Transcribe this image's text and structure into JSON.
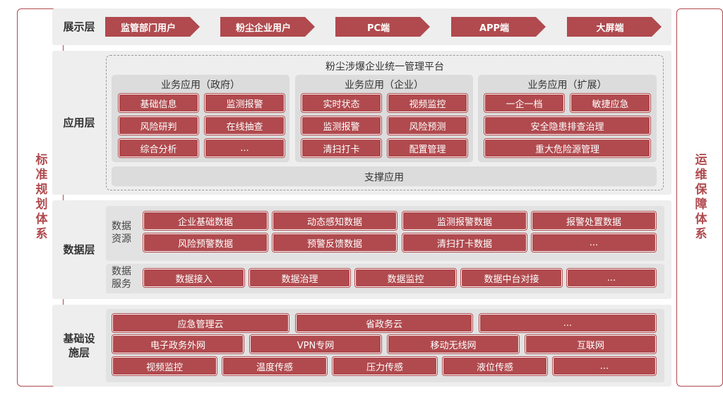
{
  "side_left": "标准规划体系",
  "side_right": "运维保障体系",
  "display_layer": {
    "label": "展示层",
    "items": [
      "监管部门用户",
      "粉尘企业用户",
      "PC端",
      "APP端",
      "大屏端"
    ]
  },
  "app_layer": {
    "label": "应用层",
    "platform_title": "粉尘涉爆企业统一管理平台",
    "gov": {
      "title": "业务应用（政府）",
      "items": [
        "基础信息",
        "监测报警",
        "风险研判",
        "在线抽查",
        "综合分析",
        "..."
      ]
    },
    "ent": {
      "title": "业务应用（企业）",
      "items": [
        "实时状态",
        "视频监控",
        "监测报警",
        "风险预测",
        "清扫打卡",
        "配置管理"
      ]
    },
    "ext": {
      "title": "业务应用（扩展）",
      "items": [
        "一企一档",
        "敏捷应急",
        "安全隐患排查治理",
        "重大危险源管理"
      ]
    },
    "support": "支撑应用"
  },
  "data_layer": {
    "label": "数据层",
    "resources_label": "数据资源",
    "resources": [
      "企业基础数据",
      "动态感知数据",
      "监测报警数据",
      "报警处置数据",
      "风险预警数据",
      "预警反馈数据",
      "清扫打卡数据",
      "..."
    ],
    "services_label": "数据服务",
    "services": [
      "数据接入",
      "数据治理",
      "数据监控",
      "数据中台对接",
      "..."
    ]
  },
  "infra_layer": {
    "label": "基础设施层",
    "row1": [
      "应急管理云",
      "省政务云",
      "..."
    ],
    "row2": [
      "电子政务外网",
      "VPN专网",
      "移动无线网",
      "互联网"
    ],
    "row3": [
      "视频监控",
      "温度传感",
      "压力传感",
      "液位传感",
      "..."
    ]
  },
  "colors": {
    "accent": "#b04a4e",
    "layer_bg": "#eeeeef",
    "panel_bg": "#dcdcdc"
  }
}
